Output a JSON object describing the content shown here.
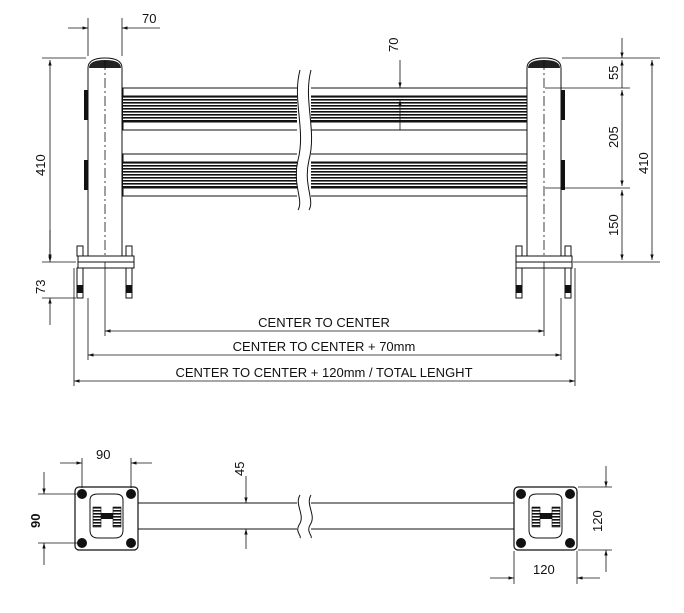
{
  "front_view": {
    "post_width": "70",
    "rail_height": "70",
    "post_height_left": "410",
    "post_height_right": "410",
    "base_height": "73",
    "top_offset": "55",
    "rail_spacing": "205",
    "bottom_offset": "150",
    "center_to_center": "CENTER TO CENTER",
    "center_plus_70": "CENTER TO CENTER + 70mm",
    "total_length": "CENTER TO CENTER + 120mm / TOTAL LENGHT"
  },
  "top_view": {
    "plate_inner": "90",
    "plate_side": "90",
    "rail_depth": "45",
    "plate_height": "120",
    "plate_width": "120"
  }
}
